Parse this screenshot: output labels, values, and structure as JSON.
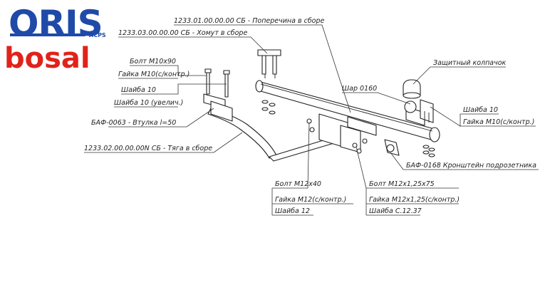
{
  "logos": {
    "oris": "ORIS",
    "acps": "ACPS",
    "bosal": "bosal",
    "colors": {
      "oris_blue": "#1f4aa8",
      "bosal_red": "#e0231a"
    }
  },
  "labels": {
    "crossbar": "1233.01.00.00.00 СБ - Поперечина в сборе",
    "clamp": "1233.03.00.00.00 СБ - Хомут в сборе",
    "bolt_m10": "Болт М10х90",
    "nut_m10_left": "Гайка М10(с/контр.)",
    "washer_10_left": "Шайба 10",
    "washer_10_enlarged": "Шайба 10 (увелич.)",
    "sleeve": "БАФ-0063 - Втулка l=50",
    "rod": "1233.02.00.00.00N СБ - Тяга в сборе",
    "cap": "Защитный колпачок",
    "ball": "Шар 0160",
    "washer_10_right": "Шайба 10",
    "nut_m10_right": "Гайка М10(с/контр.)",
    "bracket": "БАФ-0168 Кронштейн подрозетника",
    "bolt_m12": "Болт М12х40",
    "nut_m12": "Гайка М12(с/контр.)",
    "washer_12": "Шайба 12",
    "bolt_m12x125": "Болт М12х1,25х75",
    "nut_m12x125": "Гайка М12х1,25(с/контр.)",
    "washer_c1237": "Шайба С.12.37"
  }
}
